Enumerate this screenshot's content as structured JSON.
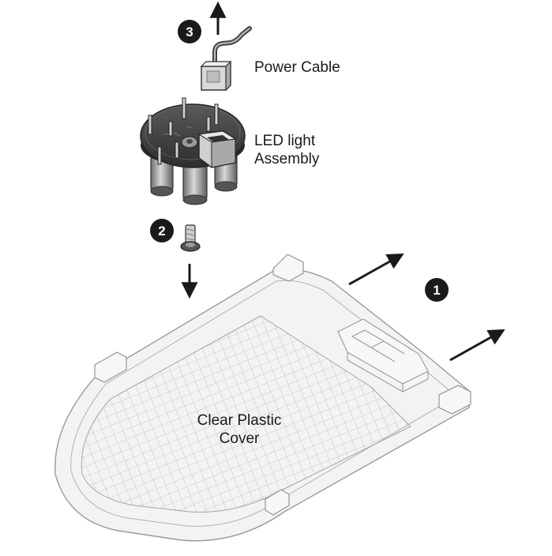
{
  "labels": {
    "power_cable": "Power Cable",
    "led_line1": "LED light",
    "led_line2": "Assembly",
    "cover_line1": "Clear Plastic",
    "cover_line2": "Cover"
  },
  "steps": {
    "step1": "1",
    "step2": "2",
    "step3": "3"
  },
  "colors": {
    "ink": "#1a1a1a",
    "part_dark": "#3a3a3a",
    "part_mid": "#8c8c8c",
    "part_light": "#cfcfcf",
    "cover_fill": "#f3f3f3",
    "mesh": "#b9b9b9"
  }
}
